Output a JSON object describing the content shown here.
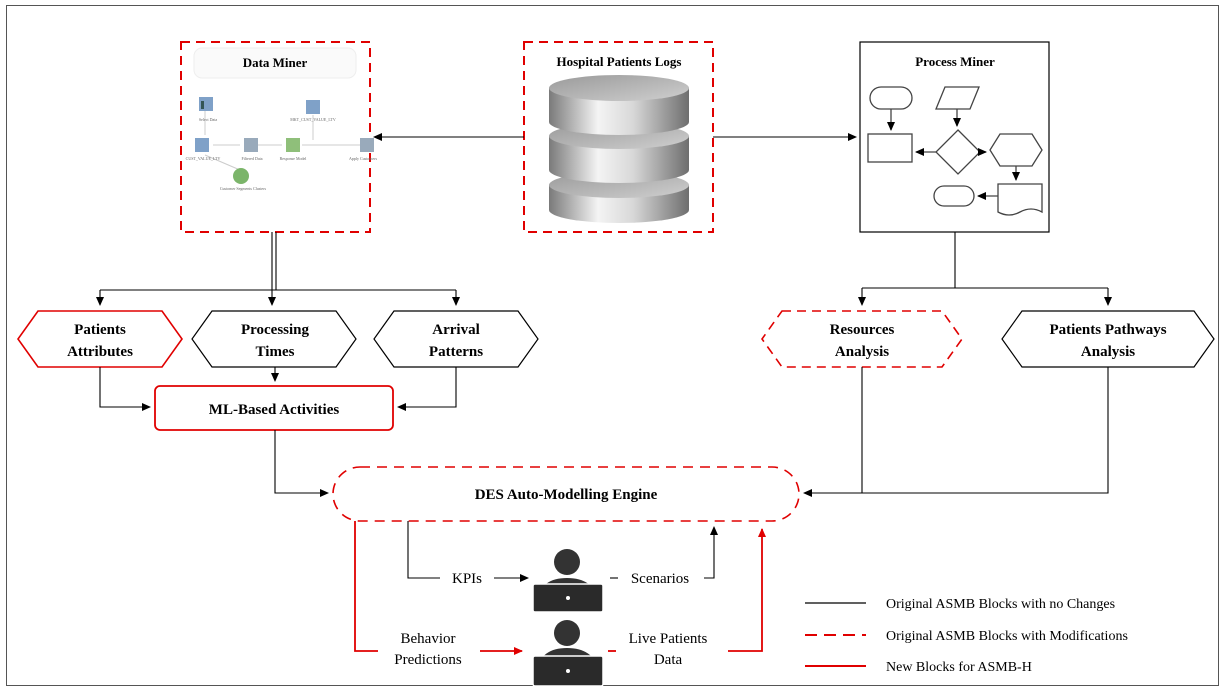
{
  "blocks": {
    "data_miner": "Data Miner",
    "hospital_logs": "Hospital Patients Logs",
    "process_miner": "Process Miner",
    "patients_attributes": [
      "Patients",
      "Attributes"
    ],
    "processing_times": [
      "Processing",
      "Times"
    ],
    "arrival_patterns": [
      "Arrival",
      "Patterns"
    ],
    "resources_analysis": [
      "Resources",
      "Analysis"
    ],
    "pathways_analysis": [
      "Patients Pathways",
      "Analysis"
    ],
    "ml_activities": "ML-Based Activities",
    "des_engine": "DES Auto-Modelling Engine"
  },
  "flow_labels": {
    "kpis": "KPIs",
    "scenarios": "Scenarios",
    "behavior_predictions": [
      "Behavior",
      "Predictions"
    ],
    "live_patients_data": [
      "Live Patients",
      "Data"
    ]
  },
  "legend": {
    "items": [
      {
        "label": "Original ASMB Blocks with no Changes",
        "style": "solid",
        "color": "#000000"
      },
      {
        "label": "Original ASMB Blocks with Modifications",
        "style": "dashed",
        "color": "#e00000"
      },
      {
        "label": "New Blocks for ASMB-H",
        "style": "solid",
        "color": "#e00000"
      }
    ]
  },
  "colors": {
    "red": "#e00000",
    "black": "#000000"
  },
  "icons": {
    "database": "database-cylinder-icon",
    "flowchart": "flowchart-icon",
    "user_laptop": "user-laptop-icon",
    "miner_workflow": "data-miner-workflow-icon"
  }
}
